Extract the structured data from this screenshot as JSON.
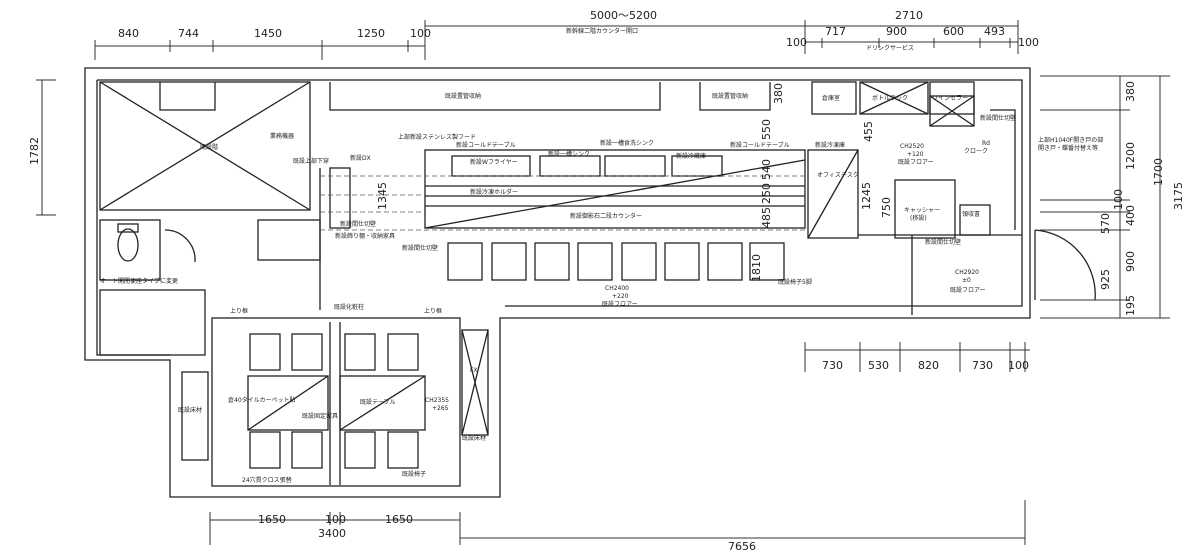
{
  "dimensions": {
    "top_left": [
      "840",
      "744",
      "1450",
      "1250",
      "100"
    ],
    "top_center_span": "5000～5200",
    "top_center_note": "新幹線二階カウンター開口",
    "top_right_total": "2710",
    "top_right": [
      "100",
      "717",
      "900",
      "600",
      "493",
      "100"
    ],
    "top_right_note": "ドリンクサービス",
    "left_height": "1782",
    "right_col_a": [
      "380",
      "1200",
      "100",
      "400",
      "900",
      "195"
    ],
    "right_col_a2": [
      "570",
      "925"
    ],
    "right_col_b": [
      "1700",
      "3175"
    ],
    "inner_vertical": [
      "380",
      "550",
      "455",
      "540",
      "250",
      "485",
      "1810",
      "1345",
      "1245",
      "750"
    ],
    "bottom_right": [
      "730",
      "530",
      "820",
      "730",
      "100"
    ],
    "bottom_left": [
      "1650",
      "100",
      "1650"
    ],
    "bottom_left_total": "3400",
    "bottom_total": "7656"
  },
  "labels": {
    "stair": "既設階",
    "toilet_note": "オート開閉便座タイプに変更",
    "top_storage": "既設置管収納",
    "top_storage2": "既設置管収納",
    "store_room": "倉庫室",
    "bottle_rack": "ボトルラック",
    "wine_cellar": "ワインセラー",
    "ceiling_equip": "業務機器",
    "existing_panel": "既設上部下穿",
    "existing_dx": "新設DX",
    "hood": "上部新設ステンレス製フード",
    "cold_table": "新設コールドテーブル",
    "fryer": "新設Wフライヤー",
    "sink1": "新設一槽シンク",
    "sink2": "新設一槽食洗シンク",
    "cold_table2": "新設冷蔵庫",
    "cold_table3": "新設コールドテーブル",
    "cold_box": "新設冷凍庫",
    "cash": "新設冷蔵庫",
    "counter_top": "新設冷凍ホルダー",
    "counter_main": "新設御影石二段カウンター",
    "partition": "新設間仕切壁",
    "office_desk": "オフィスデスク",
    "office_div": "新設間仕切壁",
    "ch2520": "CH2520",
    "ch2520_b": "+120",
    "floor_a": "既設フロアー",
    "cloak_rb": "Rd",
    "cloak": "クローク",
    "cashier": "キャッシャー",
    "cashier_b": "(移設)",
    "receipt": "領収書",
    "entrance": "上部H1040F開き戸の部",
    "entrance2": "開き戸・蝶番付替え等",
    "ch2920": "CH2920",
    "ch2920_b": "±0",
    "floor_b": "既設フロアー",
    "ch2400": "CH2400",
    "ch2400_b": "+220",
    "floor_c": "既設フロアー",
    "chair": "既設椅子5脚",
    "partition2": "新設間仕切壁",
    "partition3": "新設間仕切壁",
    "left_counter": "新設飾り棚・収納家具",
    "above_shelf": "上り框",
    "above_shelf2": "上り框",
    "ceiling_arch": "既設化粧柱",
    "carpet": "倉40タイルカーペット貼",
    "table": "既設テーブル",
    "fixed_furniture": "既設固定家具",
    "ch2355": "CH2355",
    "ch2355_b": "+265",
    "existing_mat": "既設床材",
    "existing_mat2": "既設床材",
    "existing_chair": "既設椅子",
    "bottom_note": "24穴貫クロス張替",
    "fx": "FX"
  }
}
